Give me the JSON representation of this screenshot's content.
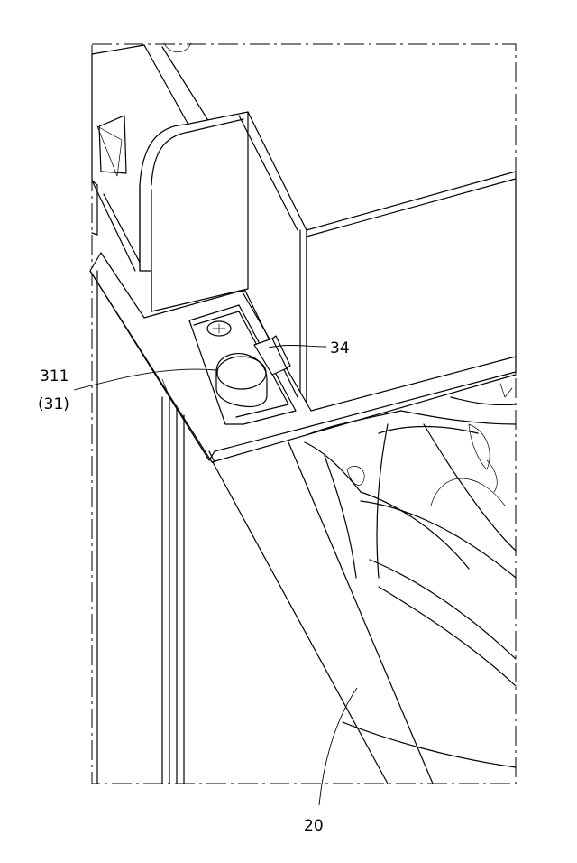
{
  "figure": {
    "labels": {
      "ref_34": "34",
      "ref_311": "311",
      "ref_31": "(31)",
      "ref_20": "20"
    }
  }
}
